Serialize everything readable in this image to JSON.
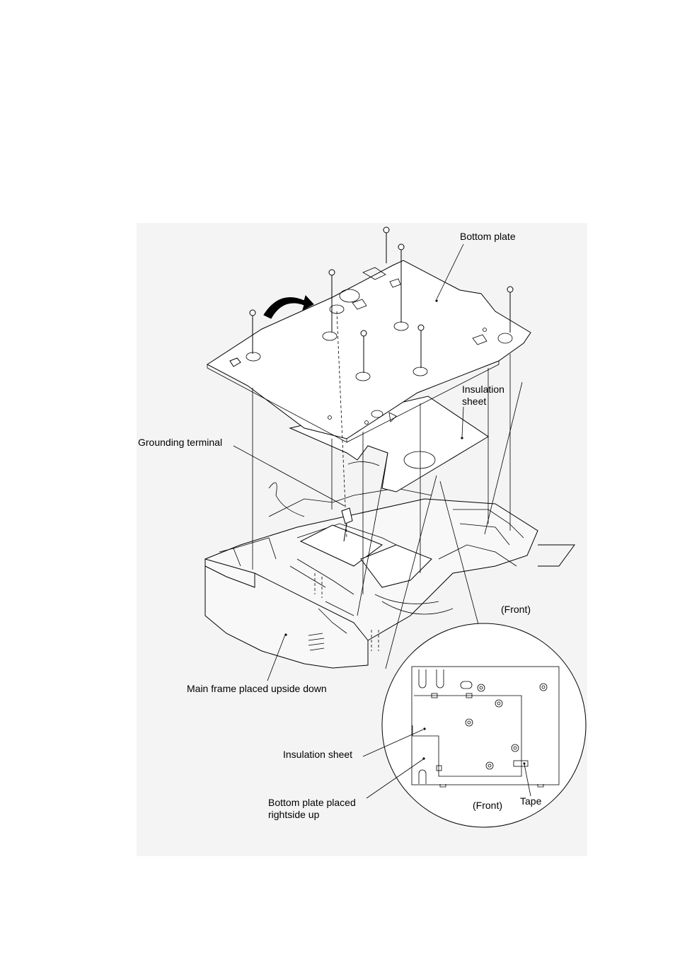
{
  "labels": {
    "bottom_plate": "Bottom plate",
    "insulation_sheet_top_line1": "Insulation",
    "insulation_sheet_top_line2": "sheet",
    "grounding_terminal": "Grounding terminal",
    "front_main": "(Front)",
    "main_frame": "Main frame placed upside down",
    "insulation_sheet_detail": "Insulation sheet",
    "bottom_plate_detail_line1": "Bottom plate placed",
    "bottom_plate_detail_line2": "rightside up",
    "front_detail": "(Front)",
    "tape": "Tape"
  }
}
